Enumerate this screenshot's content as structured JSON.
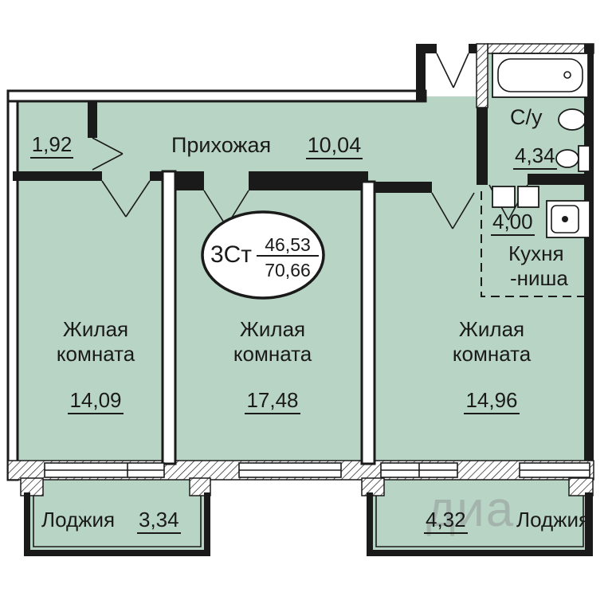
{
  "plan": {
    "badge": {
      "type": "3Ст",
      "area_living": "46,53",
      "area_total": "70,66"
    },
    "rooms": {
      "closet": {
        "area": "1,92"
      },
      "hallway": {
        "label": "Прихожая",
        "area": "10,04"
      },
      "bathroom": {
        "label": "С/у",
        "area": "4,34"
      },
      "kitchen": {
        "label_line1": "Кухня",
        "label_line2": "-ниша",
        "area": "4,00"
      },
      "room1": {
        "label_line1": "Жилая",
        "label_line2": "комната",
        "area": "14,09"
      },
      "room2": {
        "label_line1": "Жилая",
        "label_line2": "комната",
        "area": "17,48"
      },
      "room3": {
        "label_line1": "Жилая",
        "label_line2": "комната",
        "area": "14,96"
      },
      "loggia_left": {
        "label": "Лоджия",
        "area": "3,34"
      },
      "loggia_right": {
        "label": "Лоджия",
        "area": "4,32"
      }
    },
    "watermark": "диа",
    "colors": {
      "floor": "#b8d4c4",
      "wall": "#1a1a1a"
    }
  }
}
